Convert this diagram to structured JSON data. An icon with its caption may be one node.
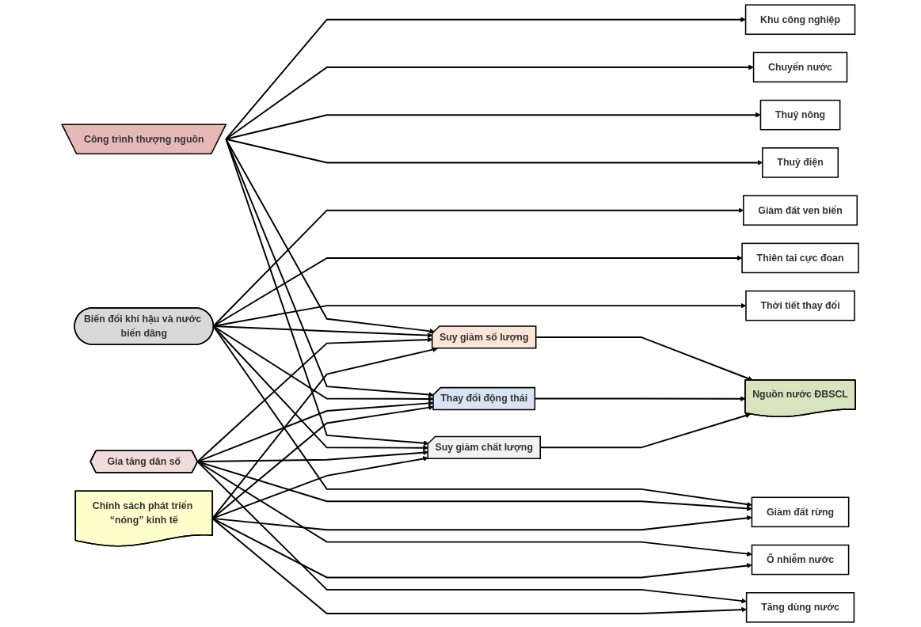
{
  "diagram": {
    "nodes": [
      {
        "text": [
          "Nguồn nước ĐBSCL"
        ]
      },
      {
        "text": [
          "Suy giảm số lượng"
        ]
      },
      {
        "text": [
          "Thay đổi động thái"
        ]
      },
      {
        "text": [
          "Suy giảm chất lượng"
        ]
      },
      {
        "text": [
          "Công trình thượng nguồn"
        ]
      },
      {
        "text": [
          "Biến đổi khí hậu và nước biển dâng"
        ]
      },
      {
        "text": [
          "Gia tăng dân số"
        ]
      },
      {
        "text": [
          "Chính sách phát triển “nóng” kinh tế"
        ]
      },
      {
        "text": [
          "Thuỷ điện"
        ]
      },
      {
        "text": [
          "Thuỷ nông"
        ]
      },
      {
        "text": [
          "Chuyển nước"
        ]
      },
      {
        "text": [
          "Khu công nghiệp"
        ]
      },
      {
        "text": [
          "Thời tiết thay đổi"
        ]
      },
      {
        "text": [
          "Thiên tai cực đoan"
        ]
      },
      {
        "text": [
          "Giảm đất ven biển"
        ]
      },
      {
        "text": [
          "Giảm đất rừng"
        ]
      },
      {
        "text": [
          "Tăng dùng nước"
        ]
      },
      {
        "text": [
          "Ô nhiễm nước"
        ]
      }
    ],
    "edges": [
      {
        "from": 1,
        "to": 0,
        "arrow": "to"
      },
      {
        "from": 2,
        "to": 0,
        "arrow": "to"
      },
      {
        "from": 3,
        "to": 0,
        "arrow": "to"
      },
      {
        "from": 4,
        "to": 1,
        "arrow": "to"
      },
      {
        "from": 4,
        "to": 2,
        "arrow": "to"
      },
      {
        "from": 4,
        "to": 3,
        "arrow": "to"
      },
      {
        "from": 5,
        "to": 1,
        "arrow": "to"
      },
      {
        "from": 5,
        "to": 2,
        "arrow": "to"
      },
      {
        "from": 5,
        "to": 3,
        "arrow": "to"
      },
      {
        "from": 6,
        "to": 1,
        "arrow": "to"
      },
      {
        "from": 6,
        "to": 2,
        "arrow": "to"
      },
      {
        "from": 6,
        "to": 3,
        "arrow": "to"
      },
      {
        "from": 7,
        "to": 1,
        "arrow": "to"
      },
      {
        "from": 7,
        "to": 2,
        "arrow": "to"
      },
      {
        "from": 7,
        "to": 3,
        "arrow": "to"
      },
      {
        "from": 4,
        "to": 8,
        "arrow": "to"
      },
      {
        "from": 4,
        "to": 9,
        "arrow": "to"
      },
      {
        "from": 4,
        "to": 10,
        "arrow": "to"
      },
      {
        "from": 4,
        "to": 11,
        "arrow": "to"
      },
      {
        "from": 5,
        "to": 12,
        "arrow": "to"
      },
      {
        "from": 5,
        "to": 13,
        "arrow": "to"
      },
      {
        "from": 5,
        "to": 14,
        "arrow": "to"
      },
      {
        "from": 5,
        "to": 15,
        "arrow": "to"
      },
      {
        "from": 6,
        "to": 15,
        "arrow": "to"
      },
      {
        "from": 6,
        "to": 16,
        "arrow": "to"
      },
      {
        "from": 6,
        "to": 17,
        "arrow": "to"
      },
      {
        "from": 7,
        "to": 15,
        "arrow": "to"
      },
      {
        "from": 7,
        "to": 16,
        "arrow": "to"
      },
      {
        "from": 7,
        "to": 17,
        "arrow": "to"
      }
    ]
  }
}
